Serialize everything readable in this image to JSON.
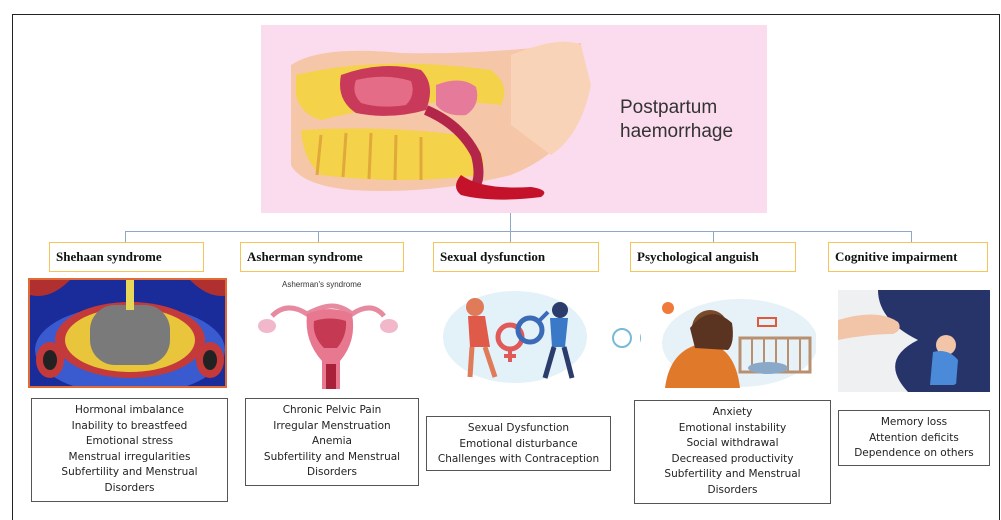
{
  "title_lines": [
    "Postpartum",
    "haemorrhage"
  ],
  "categories": [
    {
      "title": "Shehaan syndrome",
      "items": [
        "Hormonal imbalance",
        "Inability to breastfeed",
        "Emotional stress",
        "Menstrual irregularities",
        "Subfertility and Menstrual",
        "Disorders"
      ]
    },
    {
      "title": "Asherman syndrome",
      "image_caption": "Asherman's syndrome",
      "items": [
        "Chronic Pelvic Pain",
        "Irregular Menstruation",
        "Anemia",
        "Subfertility and Menstrual",
        "Disorders"
      ]
    },
    {
      "title": "Sexual dysfunction",
      "items": [
        "Sexual Dysfunction",
        "Emotional disturbance",
        "Challenges with Contraception"
      ]
    },
    {
      "title": "Psychological anguish",
      "items": [
        "Anxiety",
        "Emotional instability",
        "Social withdrawal",
        "Decreased productivity",
        "Subfertility and Menstrual",
        "Disorders"
      ]
    },
    {
      "title": "Cognitive impairment",
      "items": [
        "Memory loss",
        "Attention deficits",
        "Dependence on others"
      ]
    }
  ],
  "colors": {
    "header_bg": "#fbdcee",
    "category_border": "#f4c65a",
    "connector": "#8fa8c8"
  },
  "icons": [
    "uterus-cross-section-illustration",
    "mri-scan-image",
    "uterus-diagram",
    "couple-conflict-illustration",
    "distressed-mother-illustration",
    "lonely-person-illustration"
  ]
}
